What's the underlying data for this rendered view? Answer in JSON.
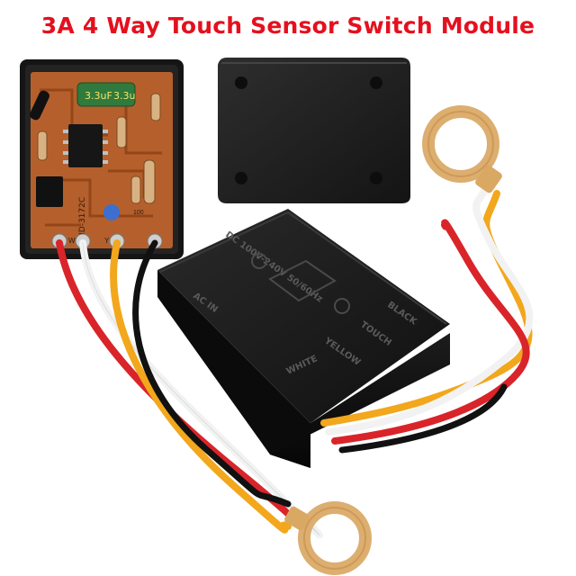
{
  "title": "3A 4 Way Touch Sensor Switch Module",
  "colors": {
    "title_red": "#e5101e",
    "housing_black": "#1a1a1a",
    "pcb_brown": "#b2592a",
    "wire_red": "#d9242a",
    "wire_white": "#f2f2f2",
    "wire_yellow": "#f2a71c",
    "wire_black": "#111111",
    "terminal_brass": "#e0b070"
  },
  "pcb": {
    "capacitor_label": "3.3uF",
    "capacitor_label_2": "3.3u",
    "board_code": "HD-3172C",
    "pad_labels": [
      "W",
      "Y",
      "100"
    ]
  },
  "housing": {
    "side_labels": [
      "BLACK",
      "TOUCH",
      "YELLOW",
      "WHITE",
      "AC IN"
    ],
    "top_label": "DC 100V-240V 50/60Hz"
  }
}
